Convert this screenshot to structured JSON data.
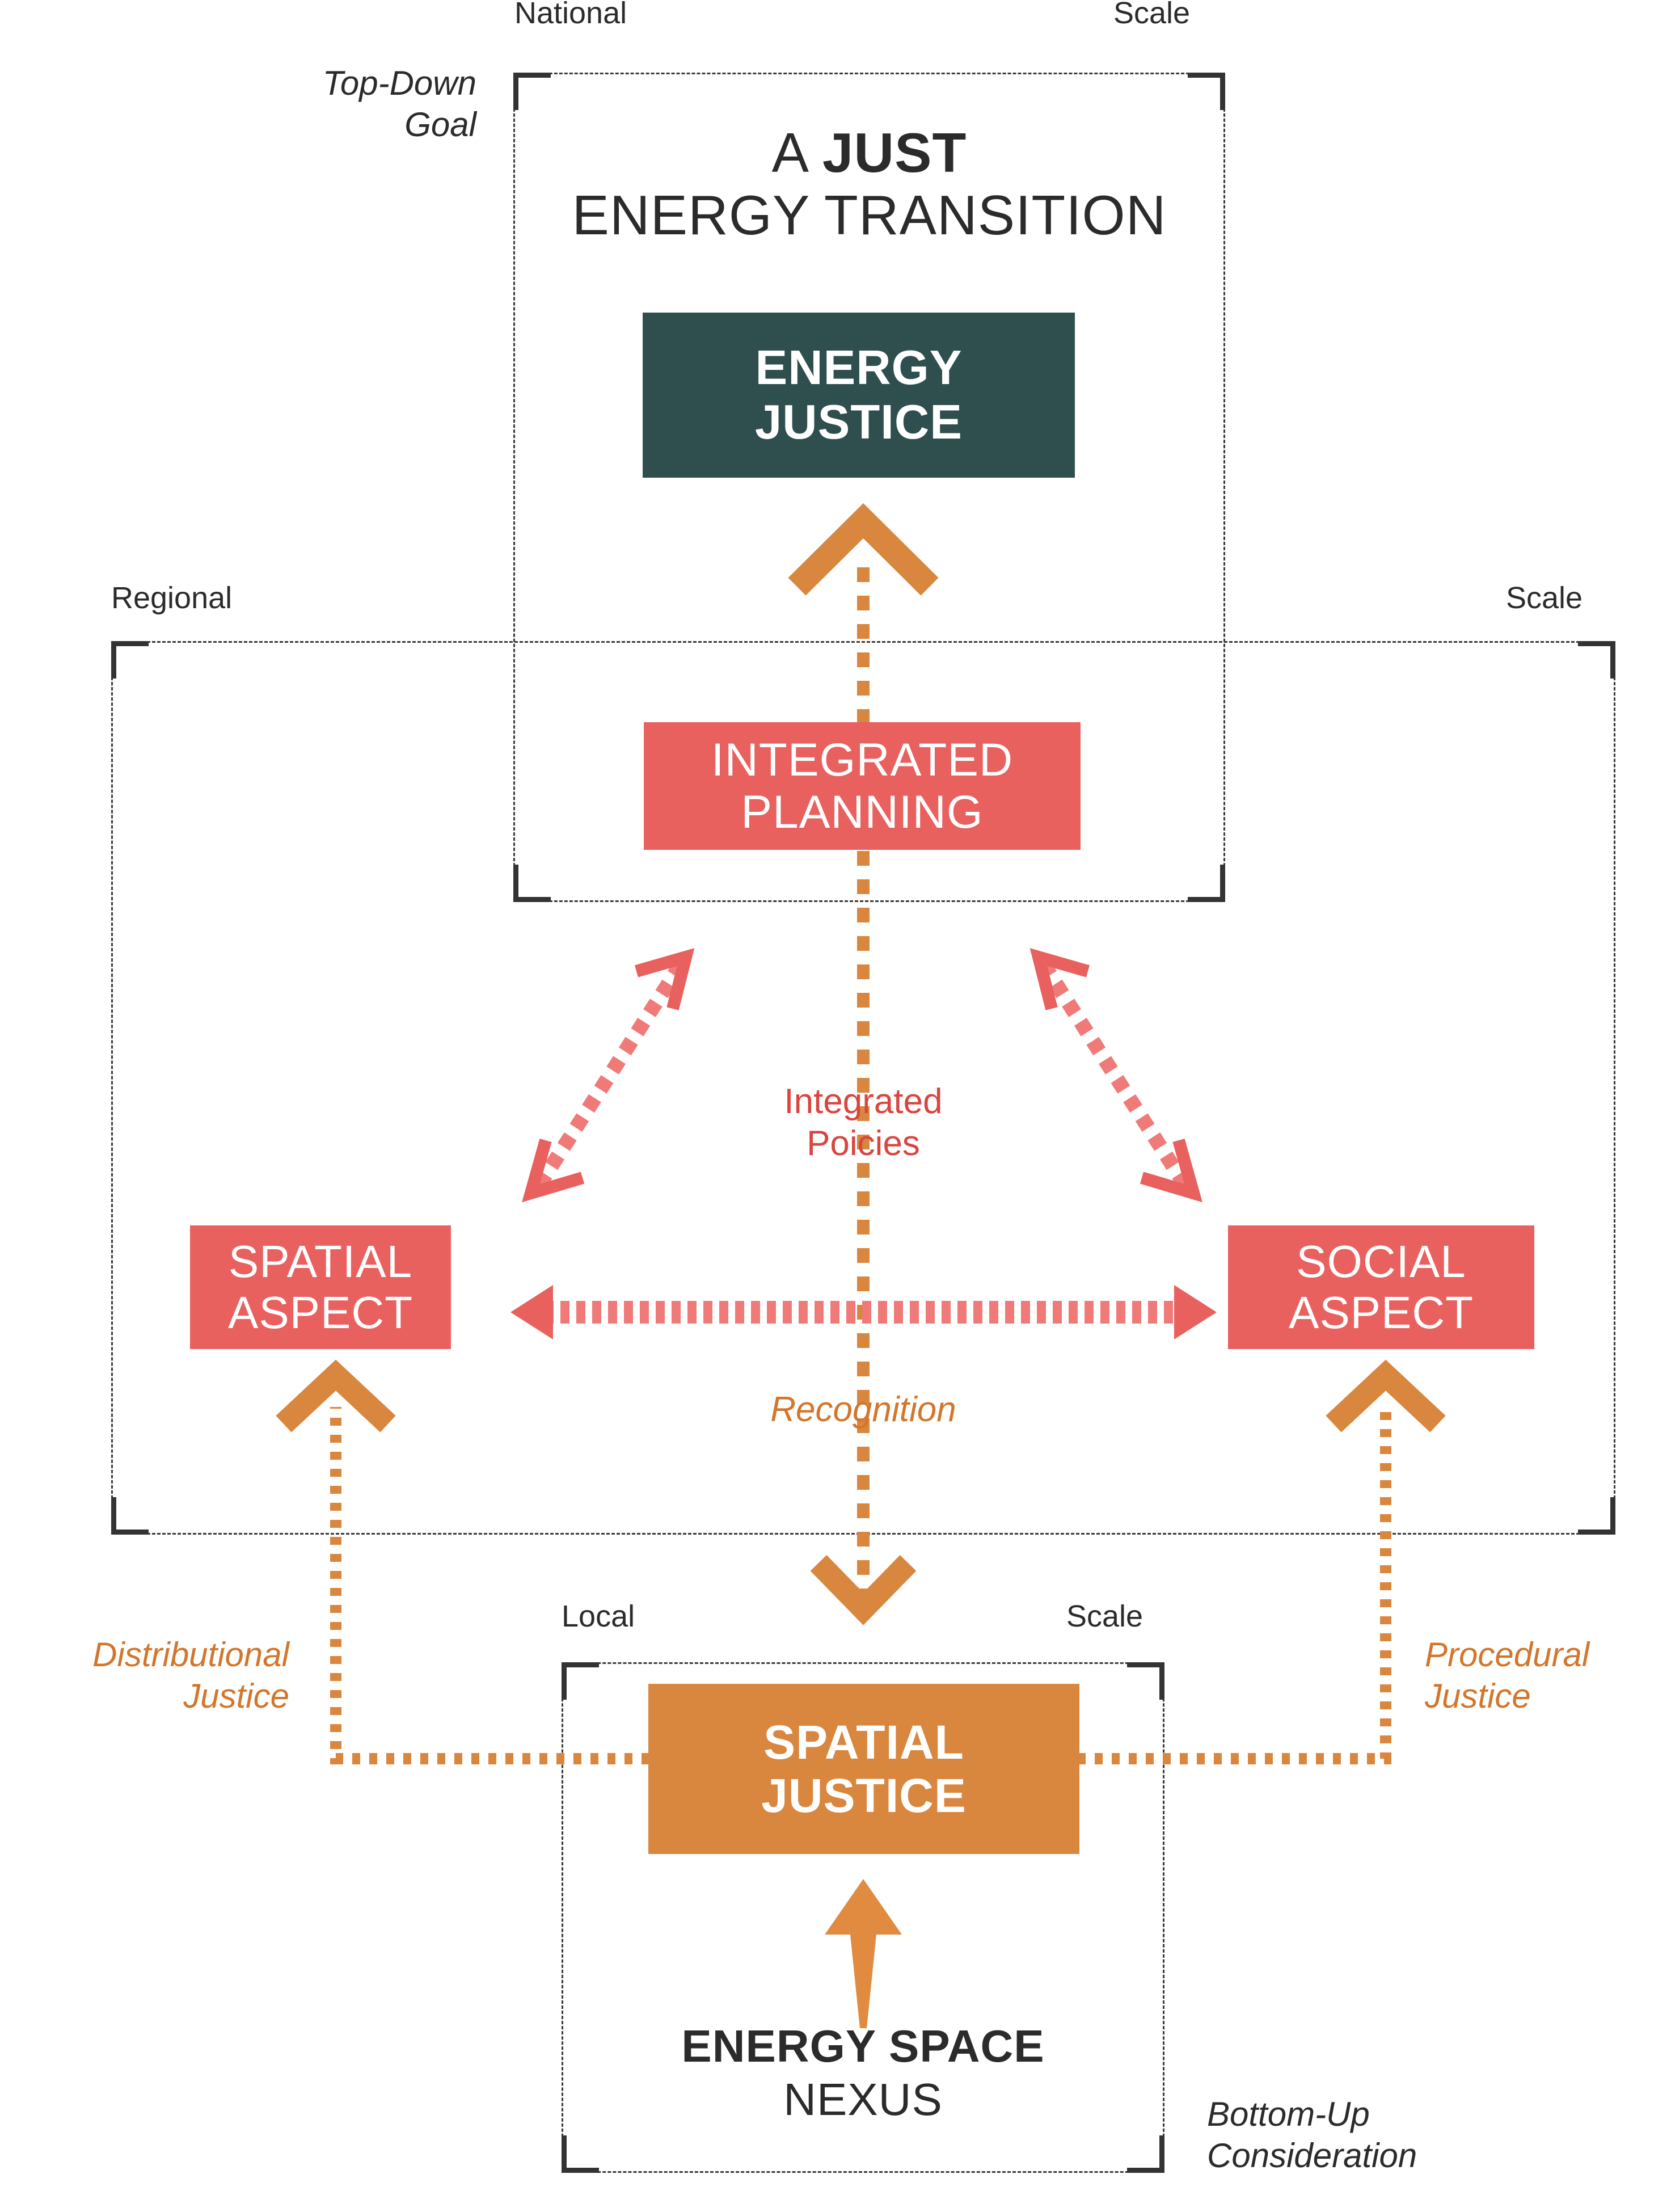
{
  "diagram": {
    "title_line1_prefix": "A ",
    "title_line1_bold": "JUST",
    "title_line2": "ENERGY TRANSITION",
    "scale_frames": [
      {
        "id": "national",
        "level_label": "National",
        "scale_label": "Scale"
      },
      {
        "id": "regional",
        "level_label": "Regional",
        "scale_label": "Scale"
      },
      {
        "id": "local",
        "level_label": "Local",
        "scale_label": "Scale"
      }
    ],
    "side_notes": {
      "top_left_line1": "Top-Down",
      "top_left_line2": "Goal",
      "bottom_right_line1": "Bottom-Up",
      "bottom_right_line2": "Consideration"
    },
    "nodes": [
      {
        "id": "energy-justice",
        "line1": "ENERGY",
        "line2": "JUSTICE",
        "color": "#2F4E4E"
      },
      {
        "id": "integrated-planning",
        "line1": "INTEGRATED",
        "line2": "PLANNING",
        "color": "#E8615F"
      },
      {
        "id": "spatial-aspect",
        "line1": "SPATIAL",
        "line2": "ASPECT",
        "color": "#E8615F"
      },
      {
        "id": "social-aspect",
        "line1": "SOCIAL",
        "line2": "ASPECT",
        "color": "#E8615F"
      },
      {
        "id": "spatial-justice",
        "line1": "SPATIAL",
        "line2": "JUSTICE",
        "color": "#D9863E"
      }
    ],
    "nexus": {
      "line1": "ENERGY SPACE",
      "line2": "NEXUS"
    },
    "connector_labels": {
      "integrated_policies_line1": "Integrated",
      "integrated_policies_line2": "Poicies",
      "recognition": "Recognition",
      "distributional_line1": "Distributional",
      "distributional_line2": "Justice",
      "procedural_line1": "Procedural",
      "procedural_line2": "Justice"
    },
    "colors": {
      "teal": "#2F4E4E",
      "coral": "#E8615F",
      "orange": "#D9863E",
      "orange_text": "#D3762C",
      "coral_text": "#D9453F",
      "frame": "#3a3a3a",
      "ink": "#2b2b2b"
    }
  }
}
